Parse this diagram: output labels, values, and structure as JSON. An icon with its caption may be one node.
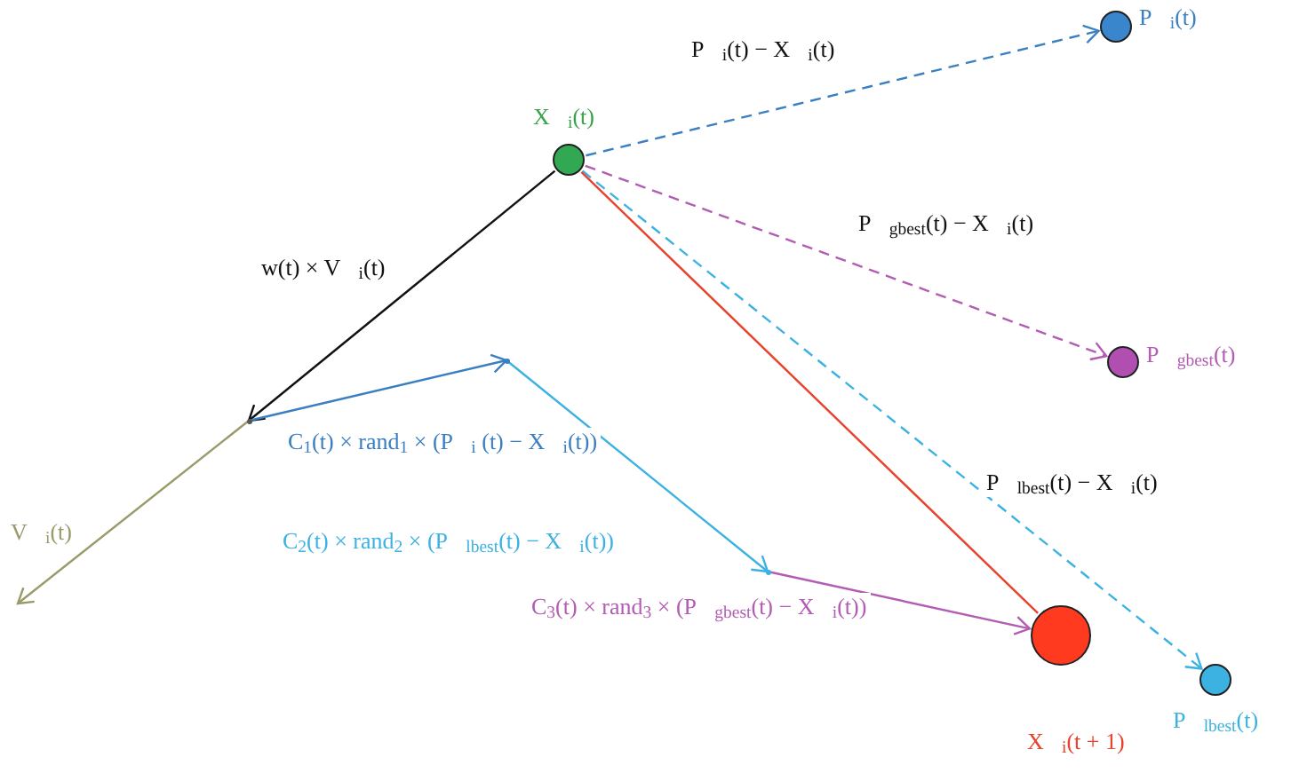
{
  "diagram": {
    "nodes": [
      {
        "text": [
          "X⃗$_{i}$(t)"
        ]
      },
      {
        "text": [
          "P⃗$_{i}$(t)"
        ]
      },
      {
        "text": [
          "P⃗$_{gbest}$(t)"
        ]
      },
      {
        "text": [
          "P⃗$_{lbest}$(t)"
        ]
      },
      {
        "text": [
          "X⃗$_{i}$(t + 1)"
        ]
      },
      {
        "text": [],
        "shape": "point"
      },
      {
        "text": [],
        "shape": "point"
      },
      {
        "text": [],
        "shape": "point"
      }
    ],
    "edges": [
      {
        "from": 0,
        "to": 1,
        "arrow": "to",
        "style": "dashed",
        "color": "#3a7fc1",
        "label": "P⃗$_{i}$(t) − X⃗$_{i}$(t)"
      },
      {
        "from": 0,
        "to": 2,
        "arrow": "to",
        "style": "dashed",
        "color": "#b35cb3",
        "label": "P⃗$_{gbest}$(t) − X⃗$_{i}$(t)"
      },
      {
        "from": 0,
        "to": 3,
        "arrow": "to",
        "style": "dashed",
        "color": "#3cb2e2",
        "label": "P⃗$_{lbest}$(t) − X⃗$_{i}$(t)"
      },
      {
        "from": 0,
        "to": 4,
        "arrow": "none",
        "color": "#e8412c"
      },
      {
        "from": 0,
        "to": 5,
        "arrow": "to",
        "color": "#111111",
        "label": "w(t) × V⃗$_{i}$(t)"
      },
      {
        "from": 5,
        "to": 6,
        "arrow": "to",
        "color": "#3a7fc1",
        "label": "C$_{1}$(t) × rand$_{1}$ × (P⃗$_{i}$ (t) − X⃗$_{i}$(t))"
      },
      {
        "from": 6,
        "to": 7,
        "arrow": "to",
        "color": "#3cb2e2",
        "label": "C$_{2}$(t) × rand$_{2}$ × (P⃗$_{lbest}$(t) − X⃗$_{i}$(t))"
      },
      {
        "from": 7,
        "to": 4,
        "arrow": "to",
        "color": "#b35cb3",
        "label": "C$_{3}$(t) × rand$_{3}$ × (P⃗$_{gbest}$(t) − X⃗$_{i}$(t))"
      },
      {
        "from": 5,
        "to": null,
        "arrow": "to",
        "color": "#9a9a6a",
        "label": "V⃗$_{i}$(t)"
      }
    ]
  }
}
